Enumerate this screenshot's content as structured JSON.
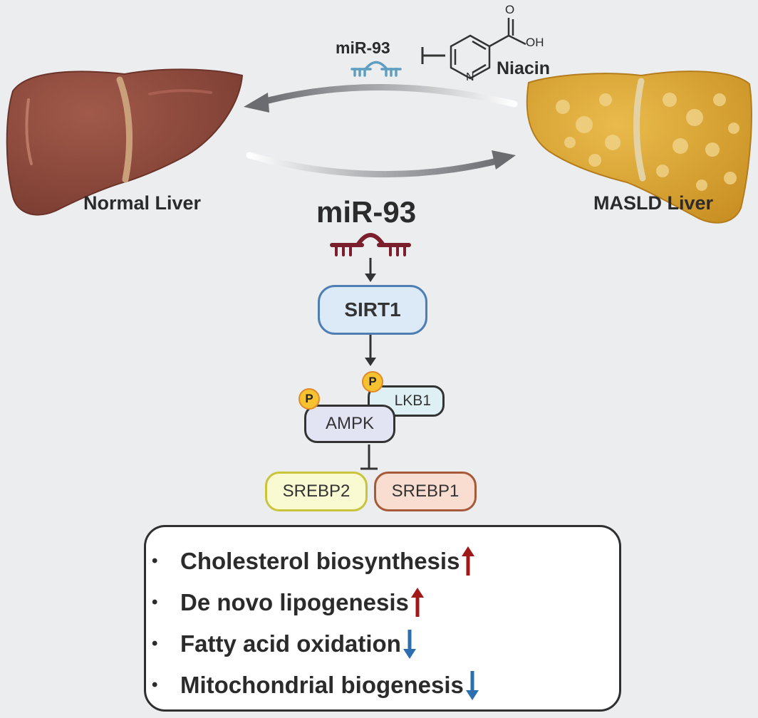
{
  "labels": {
    "normal_liver": "Normal Liver",
    "masld_liver": "MASLD Liver",
    "mir93_main": "miR-93",
    "mir93_small": "miR-93",
    "niacin": "Niacin",
    "niacin_oh": "OH",
    "niacin_o": "O",
    "niacin_n": "N"
  },
  "nodes": {
    "sirt1": "SIRT1",
    "ampk": "AMPK",
    "lkb1": "LKB1",
    "srebp2": "SREBP2",
    "srebp1": "SREBP1",
    "phospho": "P"
  },
  "effects": [
    {
      "text": "Cholesterol biosynthesis",
      "direction": "up"
    },
    {
      "text": "De novo lipogenesis",
      "direction": "up"
    },
    {
      "text": "Fatty acid oxidation",
      "direction": "down"
    },
    {
      "text": "Mitochondrial biogenesis",
      "direction": "down"
    }
  ],
  "bullet": "•",
  "colors": {
    "background": "#ecedef",
    "normal_liver": "#8e4a3c",
    "masld_liver": "#dba534",
    "mirna_dark": "#7a1f2b",
    "mirna_light": "#5f9ec0",
    "sirt1_fill": "#dce9f7",
    "sirt1_border": "#4f7fb2",
    "ampk_fill": "#e2e3f3",
    "lkb1_fill": "#dff0f5",
    "srebp2_fill": "#fafad2",
    "srebp2_border": "#c8c43c",
    "srebp1_fill": "#f8ddd0",
    "srebp1_border": "#a65a3a",
    "up_arrow": "#a01818",
    "down_arrow": "#2d6fae",
    "phospho_fill": "#f6c230"
  }
}
